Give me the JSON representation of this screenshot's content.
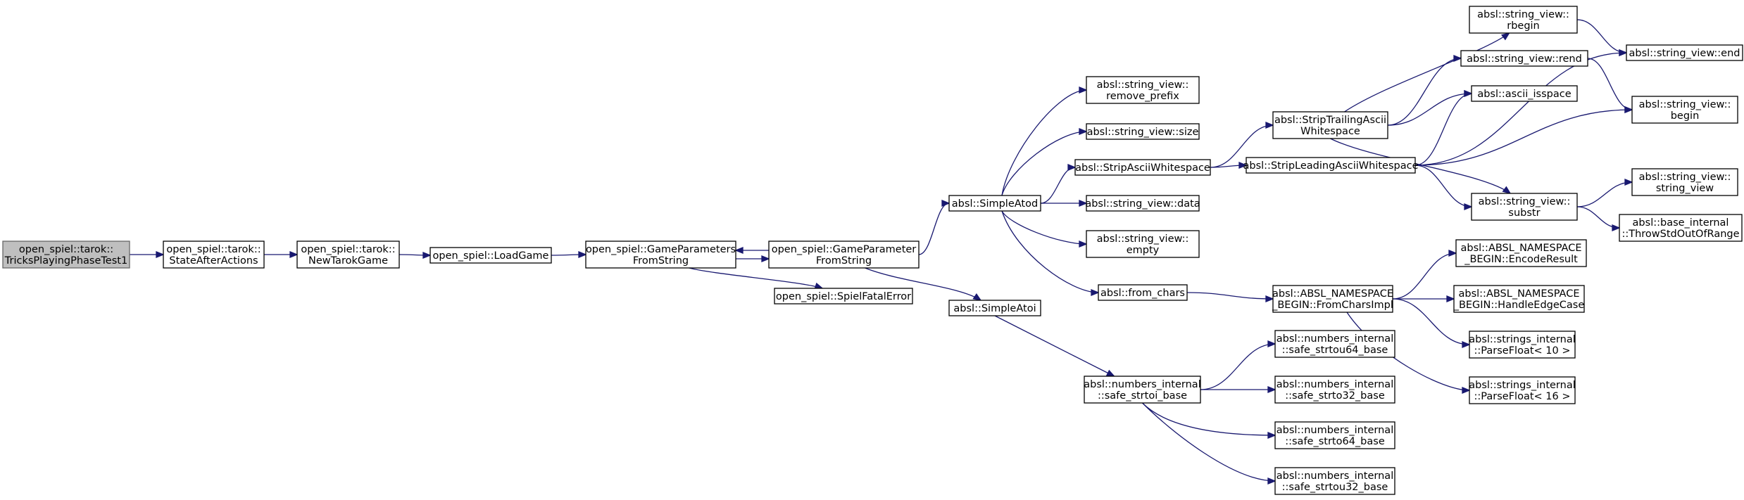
{
  "colors": {
    "edge": "#191970",
    "node_border": "#000000",
    "root_fill": "#bfbfbf",
    "node_fill": "#ffffff"
  },
  "nodes": [
    {
      "id": "n0",
      "lines": [
        "open_spiel::tarok::",
        "TricksPlayingPhaseTest1"
      ],
      "root": true
    },
    {
      "id": "n1",
      "lines": [
        "open_spiel::tarok::",
        "StateAfterActions"
      ]
    },
    {
      "id": "n2",
      "lines": [
        "open_spiel::tarok::",
        "NewTarokGame"
      ]
    },
    {
      "id": "n3",
      "lines": [
        "open_spiel::LoadGame"
      ]
    },
    {
      "id": "n4",
      "lines": [
        "open_spiel::GameParameters",
        "FromString"
      ]
    },
    {
      "id": "n5",
      "lines": [
        "open_spiel::GameParameter",
        "FromString"
      ]
    },
    {
      "id": "n6",
      "lines": [
        "open_spiel::SpielFatalError"
      ]
    },
    {
      "id": "n7",
      "lines": [
        "absl::SimpleAtod"
      ]
    },
    {
      "id": "n8",
      "lines": [
        "absl::SimpleAtoi"
      ]
    },
    {
      "id": "n9",
      "lines": [
        "absl::string_view::",
        "remove_prefix"
      ]
    },
    {
      "id": "n10",
      "lines": [
        "absl::string_view::size"
      ]
    },
    {
      "id": "n11",
      "lines": [
        "absl::StripAsciiWhitespace"
      ]
    },
    {
      "id": "n12",
      "lines": [
        "absl::string_view::data"
      ]
    },
    {
      "id": "n13",
      "lines": [
        "absl::string_view::",
        "empty"
      ]
    },
    {
      "id": "n14",
      "lines": [
        "absl::from_chars"
      ]
    },
    {
      "id": "n15",
      "lines": [
        "absl::numbers_internal",
        "::safe_strtoi_base"
      ]
    },
    {
      "id": "n16",
      "lines": [
        "absl::StripTrailingAscii",
        "Whitespace"
      ]
    },
    {
      "id": "n17",
      "lines": [
        "absl::StripLeadingAsciiWhitespace"
      ]
    },
    {
      "id": "n18",
      "lines": [
        "absl::ABSL_NAMESPACE",
        "_BEGIN::FromCharsImpl"
      ]
    },
    {
      "id": "n19",
      "lines": [
        "absl::numbers_internal",
        "::safe_strtou64_base"
      ]
    },
    {
      "id": "n20",
      "lines": [
        "absl::numbers_internal",
        "::safe_strto32_base"
      ]
    },
    {
      "id": "n21",
      "lines": [
        "absl::numbers_internal",
        "::safe_strto64_base"
      ]
    },
    {
      "id": "n22",
      "lines": [
        "absl::numbers_internal",
        "::safe_strtou32_base"
      ]
    },
    {
      "id": "n23",
      "lines": [
        "absl::string_view::",
        "rbegin"
      ]
    },
    {
      "id": "n24",
      "lines": [
        "absl::string_view::rend"
      ]
    },
    {
      "id": "n25",
      "lines": [
        "absl::ascii_isspace"
      ]
    },
    {
      "id": "n26",
      "lines": [
        "absl::string_view::",
        "substr"
      ]
    },
    {
      "id": "n27",
      "lines": [
        "absl::ABSL_NAMESPACE",
        "_BEGIN::EncodeResult"
      ]
    },
    {
      "id": "n28",
      "lines": [
        "absl::ABSL_NAMESPACE",
        "_BEGIN::HandleEdgeCase"
      ]
    },
    {
      "id": "n29",
      "lines": [
        "absl::strings_internal",
        "::ParseFloat< 10 >"
      ]
    },
    {
      "id": "n30",
      "lines": [
        "absl::strings_internal",
        "::ParseFloat< 16 >"
      ]
    },
    {
      "id": "n31",
      "lines": [
        "absl::string_view::end"
      ]
    },
    {
      "id": "n32",
      "lines": [
        "absl::string_view::",
        "begin"
      ]
    },
    {
      "id": "n33",
      "lines": [
        "absl::string_view::",
        "string_view"
      ]
    },
    {
      "id": "n34",
      "lines": [
        "absl::base_internal",
        "::ThrowStdOutOfRange"
      ]
    }
  ],
  "edges": [
    [
      "n0",
      "n1"
    ],
    [
      "n1",
      "n2"
    ],
    [
      "n2",
      "n3"
    ],
    [
      "n3",
      "n4"
    ],
    [
      "n4",
      "n5"
    ],
    [
      "n5",
      "n4"
    ],
    [
      "n4",
      "n6"
    ],
    [
      "n5",
      "n7"
    ],
    [
      "n5",
      "n8"
    ],
    [
      "n7",
      "n9"
    ],
    [
      "n7",
      "n10"
    ],
    [
      "n7",
      "n11"
    ],
    [
      "n7",
      "n12"
    ],
    [
      "n7",
      "n13"
    ],
    [
      "n7",
      "n14"
    ],
    [
      "n8",
      "n15"
    ],
    [
      "n11",
      "n16"
    ],
    [
      "n11",
      "n17"
    ],
    [
      "n14",
      "n18"
    ],
    [
      "n15",
      "n19"
    ],
    [
      "n15",
      "n20"
    ],
    [
      "n15",
      "n21"
    ],
    [
      "n15",
      "n22"
    ],
    [
      "n16",
      "n23"
    ],
    [
      "n16",
      "n24"
    ],
    [
      "n16",
      "n25"
    ],
    [
      "n16",
      "n26"
    ],
    [
      "n17",
      "n25"
    ],
    [
      "n17",
      "n31"
    ],
    [
      "n17",
      "n32"
    ],
    [
      "n17",
      "n26"
    ],
    [
      "n18",
      "n27"
    ],
    [
      "n18",
      "n28"
    ],
    [
      "n18",
      "n29"
    ],
    [
      "n18",
      "n30"
    ],
    [
      "n23",
      "n31"
    ],
    [
      "n24",
      "n32"
    ],
    [
      "n26",
      "n33"
    ],
    [
      "n26",
      "n34"
    ]
  ]
}
